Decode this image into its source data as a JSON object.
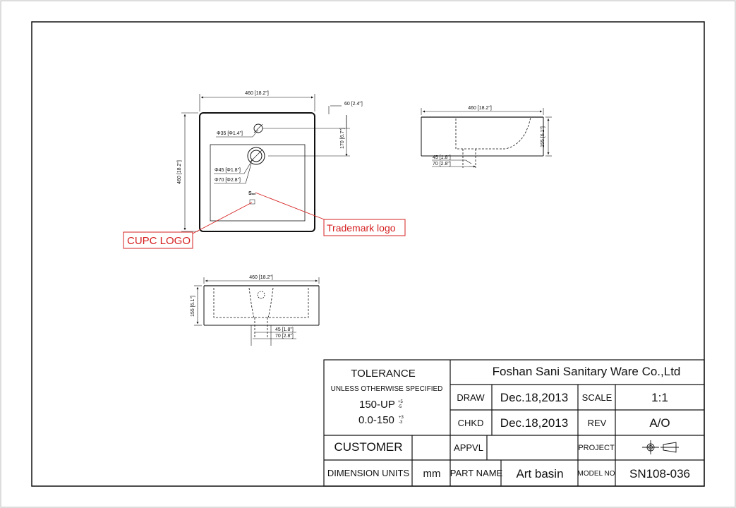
{
  "dimensions": {
    "top_width": "460 [18.2\"]",
    "top_height": "460 [18.2\"]",
    "hole_offset_x": "60 [2.4\"]",
    "hole_offset_y": "170 [6.7\"]",
    "faucet_hole": "Φ35 [Φ1.4\"]",
    "drain_inner": "Φ45 [Φ1.8\"]",
    "drain_outer": "Φ70 [Φ2.8\"]",
    "side_width": "460 [18.2\"]",
    "side_height": "155 [6.1\"]",
    "side_drain_45": "45 [1.8\"]",
    "side_drain_70": "70 [2.8\"]",
    "front_width": "460 [18.2\"]",
    "front_height": "155 [6.1\"]",
    "front_drain_45": "45 [1.8\"]",
    "front_drain_70": "70 [2.8\"]"
  },
  "callouts": {
    "cupc_logo": "CUPC LOGO",
    "trademark_logo": "Trademark logo"
  },
  "logo_marks": {
    "sani": "S",
    "sani_small": "ani"
  },
  "title_block": {
    "tolerance": "TOLERANCE",
    "unless": "UNLESS OTHERWISE SPECIFIED",
    "tol_150_up": "150-UP",
    "tol_150_up_plus": "+5",
    "tol_150_up_minus": "-5",
    "tol_0_150": "0.0-150",
    "tol_0_150_plus": "+3",
    "tol_0_150_minus": "-3",
    "company": "Foshan Sani Sanitary Ware Co.,Ltd",
    "draw_label": "DRAW",
    "draw_date": "Dec.18,2013",
    "scale_label": "SCALE",
    "scale_value": "1:1",
    "chkd_label": "CHKD",
    "chkd_date": "Dec.18,2013",
    "rev_label": "REV",
    "rev_value": "A/O",
    "customer_label": "CUSTOMER",
    "appvl_label": "APPVL",
    "project_label": "PROJECT",
    "dim_units_label": "DIMENSION UNITS",
    "dim_units_value": "mm",
    "part_name_label": "PART NAME",
    "part_name_value": "Art basin",
    "model_no_label": "MODEL NO",
    "model_no_value": "SN108-036"
  },
  "colors": {
    "callout": "#d62020",
    "line": "#111111"
  }
}
